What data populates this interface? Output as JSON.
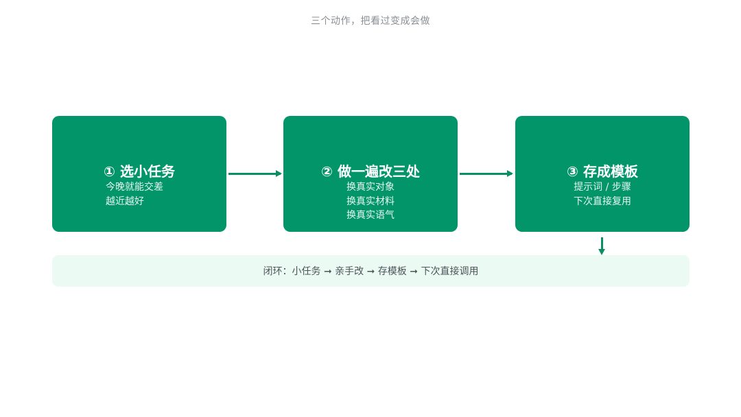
{
  "header": {
    "title": "三个动作，把看过变成会做"
  },
  "steps": [
    {
      "title": "① 选小任务",
      "lines": [
        "今晚就能交差",
        "越近越好"
      ]
    },
    {
      "title": "② 做一遍改三处",
      "lines": [
        "换真实对象",
        "换真实材料",
        "换真实语气"
      ]
    },
    {
      "title": "③ 存成模板",
      "lines": [
        "提示词 / 步骤",
        "下次直接复用"
      ]
    }
  ],
  "loop": {
    "text": "闭环：小任务 ➞ 亲手改 ➞ 存模板 ➞ 下次直接调用"
  },
  "colors": {
    "card_background": "#03956a",
    "arrow": "#0a8f63",
    "loop_background": "#ebfbf3",
    "title_text": "#8a8f95"
  }
}
